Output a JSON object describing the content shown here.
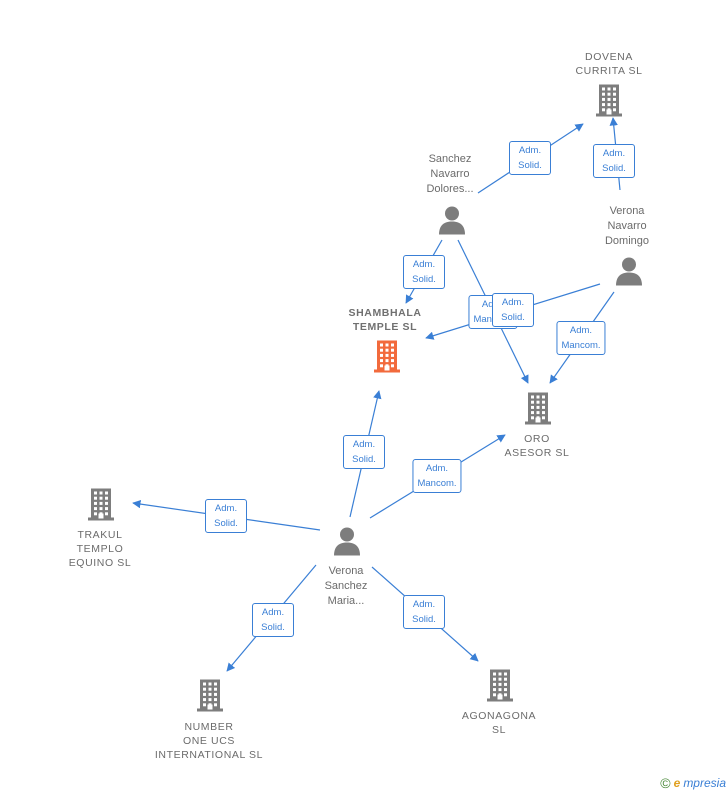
{
  "colors": {
    "edge": "#3a7fd5",
    "node": "#7d7d7d",
    "focus_node": "#f26a3c",
    "label": "#6b6b6b"
  },
  "nodes": {
    "dovena": {
      "type": "company",
      "label": "DOVENA\nCURRITA  SL"
    },
    "sanchez": {
      "type": "person",
      "label": "Sanchez\nNavarro\nDolores..."
    },
    "domingo": {
      "type": "person",
      "label": "Verona\nNavarro\nDomingo"
    },
    "shambhala": {
      "type": "company",
      "label": "SHAMBHALA\nTEMPLE  SL",
      "focus": true
    },
    "oro": {
      "type": "company",
      "label": "ORO\nASESOR SL"
    },
    "trakul": {
      "type": "company",
      "label": "TRAKUL\nTEMPLO\nEQUINO  SL"
    },
    "maria": {
      "type": "person",
      "label": "Verona\nSanchez\nMaria..."
    },
    "number": {
      "type": "company",
      "label": "NUMBER\nONE UCS\nINTERNATIONAL SL"
    },
    "agonagona": {
      "type": "company",
      "label": "AGONAGONA\nSL"
    }
  },
  "edges": [
    {
      "from": "sanchez",
      "to": "dovena",
      "label": "Adm.\nSolid."
    },
    {
      "from": "domingo",
      "to": "dovena",
      "label": "Adm.\nSolid."
    },
    {
      "from": "sanchez",
      "to": "shambhala",
      "label": "Adm.\nSolid."
    },
    {
      "from": "sanchez",
      "to": "oro",
      "label": "Adm.\nMancom."
    },
    {
      "from": "domingo",
      "to": "shambhala",
      "label": "Adm.\nSolid."
    },
    {
      "from": "domingo",
      "to": "oro",
      "label": "Adm.\nMancom."
    },
    {
      "from": "maria",
      "to": "shambhala",
      "label": "Adm.\nSolid."
    },
    {
      "from": "maria",
      "to": "oro",
      "label": "Adm.\nMancom."
    },
    {
      "from": "maria",
      "to": "trakul",
      "label": "Adm.\nSolid."
    },
    {
      "from": "maria",
      "to": "number",
      "label": "Adm.\nSolid."
    },
    {
      "from": "maria",
      "to": "agonagona",
      "label": "Adm.\nSolid."
    }
  ],
  "footer": {
    "copyright": "©",
    "brand_initial": "e",
    "brand_rest": "mpresia"
  }
}
